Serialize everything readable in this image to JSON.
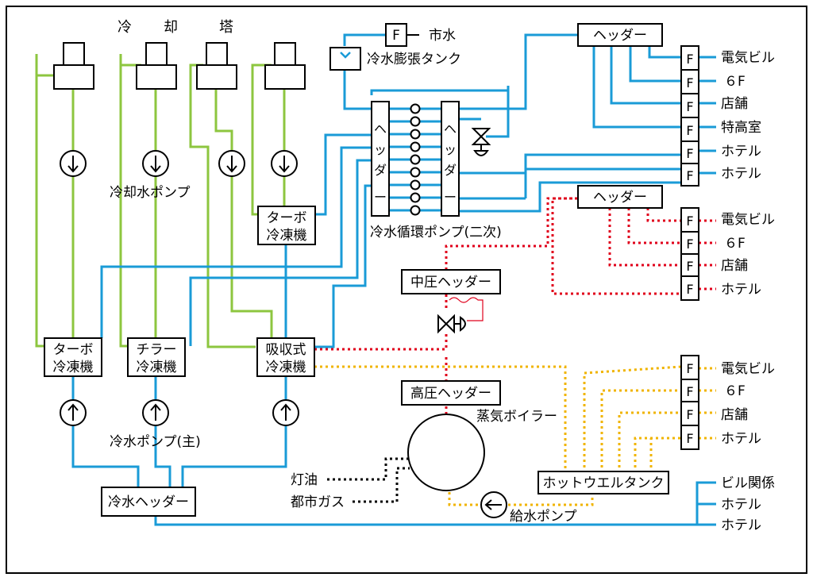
{
  "colors": {
    "chilled_water": "#1a9bd7",
    "cooling_water": "#8dc63f",
    "steam": "#e0001b",
    "hot_water": "#f0b400",
    "fuel": "#000000"
  },
  "cooling_tower": {
    "chars": [
      "冷",
      "却",
      "塔"
    ]
  },
  "pumps": {
    "cooling_water": "冷却水ポンプ",
    "chilled_main": "冷水ポンプ(主)",
    "secondary": "冷水循環ポンプ(二次)",
    "feed": "給水ポンプ"
  },
  "machines": {
    "turbo_top": [
      "ターボ",
      "冷凍機"
    ],
    "turbo": [
      "ターボ",
      "冷凍機"
    ],
    "chiller": [
      "チラー",
      "冷凍機"
    ],
    "absorption": [
      "吸収式",
      "冷凍機"
    ]
  },
  "headers": {
    "chilled_water_header": "冷水ヘッダー",
    "header": "ヘッダー",
    "vertical_chars": [
      "ヘ",
      "ッ",
      "ダ",
      "ー"
    ],
    "medium_pressure": "中圧ヘッダー",
    "high_pressure": "高圧ヘッダー"
  },
  "expansion_tank": "冷水膨張タンク",
  "city_water": "市水",
  "flowmeter": "F",
  "boiler": "蒸気ボイラー",
  "hotwell": "ホットウエルタンク",
  "fuels": [
    "灯油",
    "都市ガス"
  ],
  "chilled_consumers": [
    "電気ビル",
    "６F",
    "店舗",
    "特高室",
    "ホテル",
    "ホテル"
  ],
  "steam_consumers": [
    "電気ビル",
    "６F",
    "店舗",
    "ホテル"
  ],
  "hot_consumers": [
    "電気ビル",
    "６F",
    "店舗",
    "ホテル"
  ],
  "bottom_consumers": [
    "ビル関係",
    "ホテル",
    "ホテル"
  ]
}
